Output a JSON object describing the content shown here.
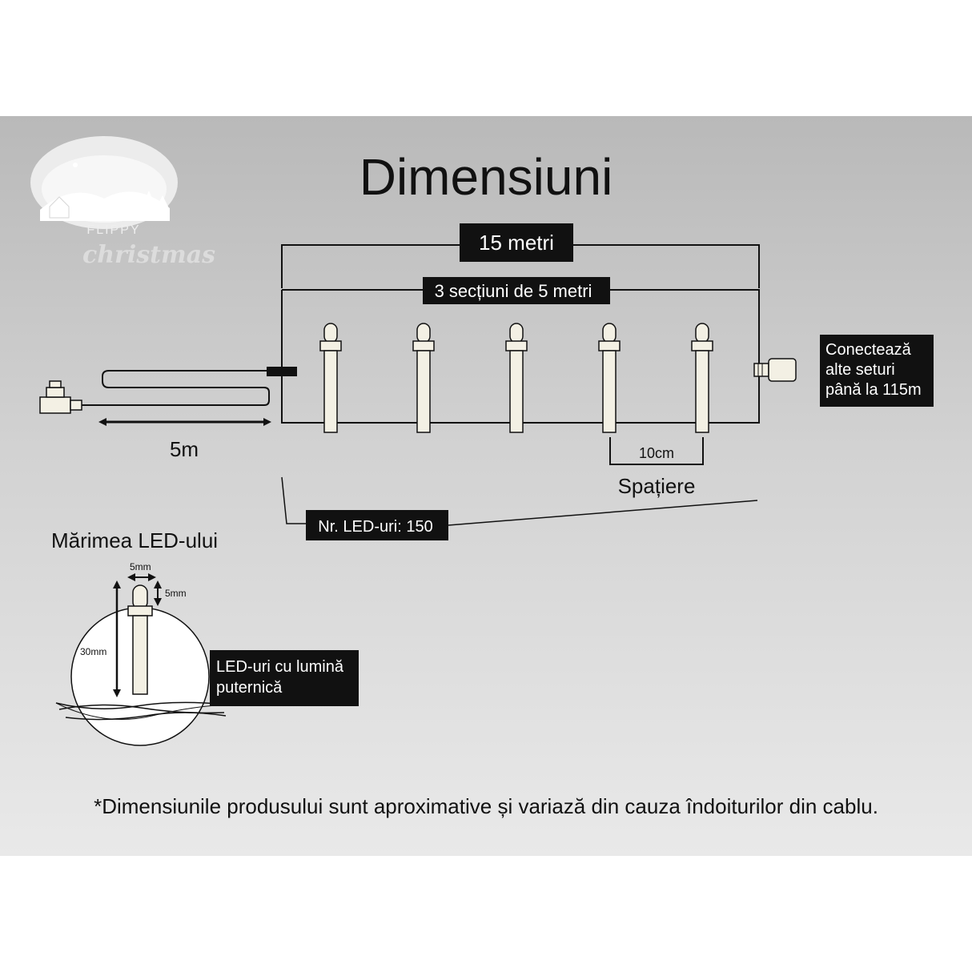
{
  "brand": {
    "name": "FLIPPY",
    "script": "christmas"
  },
  "title": "Dimensiuni",
  "total_length": "15 metri",
  "sections": "3 secțiuni de 5 metri",
  "lead_length": "5m",
  "spacing_value": "10cm",
  "spacing_label": "Spațiere",
  "led_count": "Nr. LED-uri: 150",
  "connect": {
    "line1": "Conectează",
    "line2": "alte seturi",
    "line3": "până la 115m"
  },
  "led_size": {
    "title": "Mărimea LED-ului",
    "width": "5mm",
    "head": "5mm",
    "height": "30mm",
    "bright_line1": "LED-uri cu lumină",
    "bright_line2": "puternică"
  },
  "footnote": "*Dimensiunile produsului sunt aproximative și variază din cauza îndoiturilor din cablu.",
  "colors": {
    "panel_top": "#b9b9b9",
    "panel_bottom": "#e9e9e9",
    "label_box": "#111111",
    "bulb": "#f3f0e4"
  }
}
